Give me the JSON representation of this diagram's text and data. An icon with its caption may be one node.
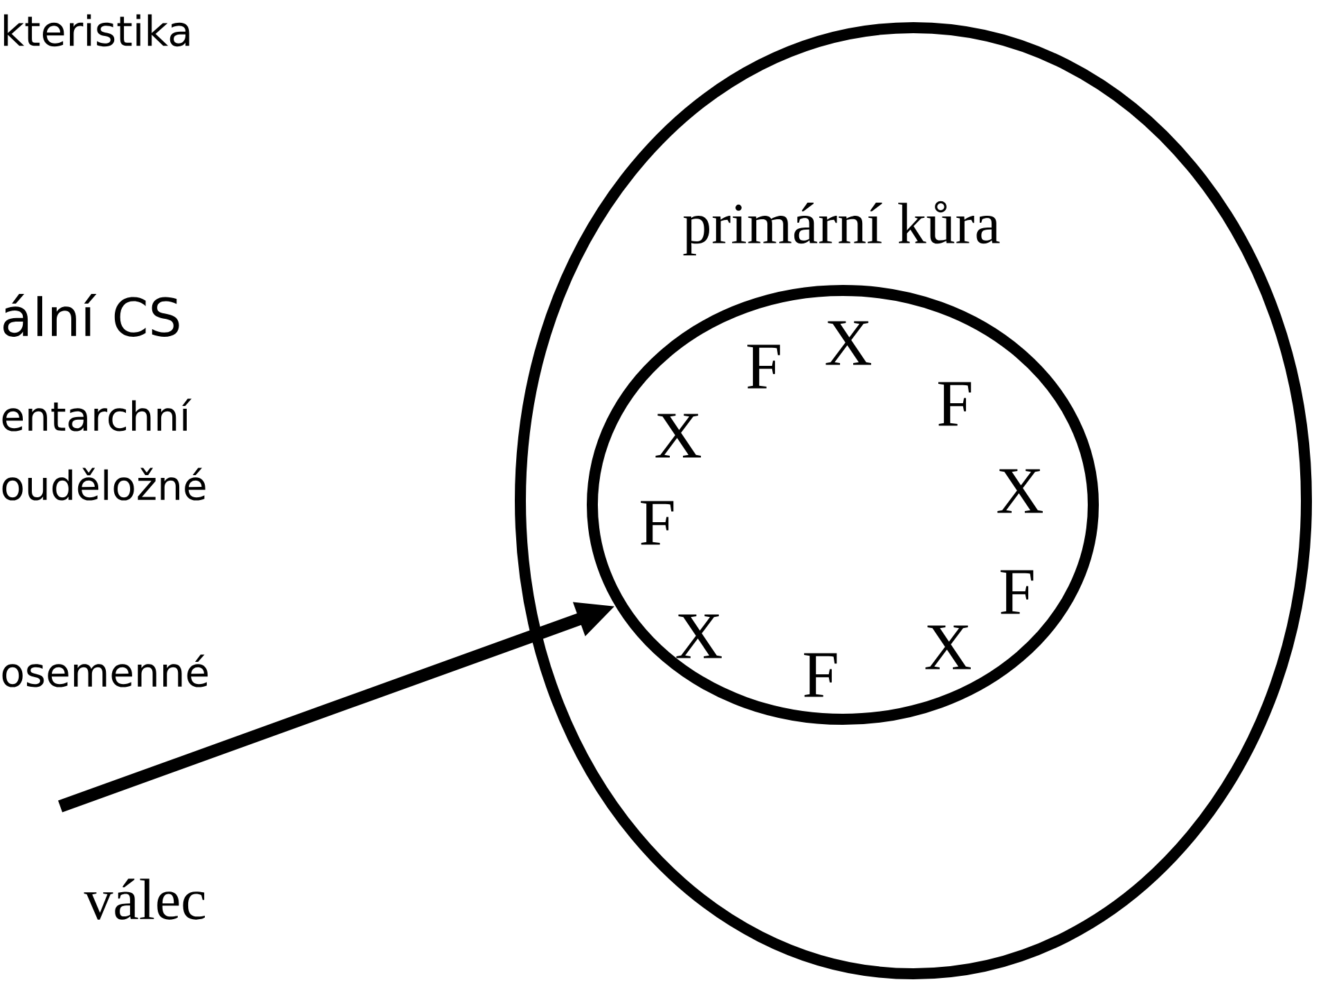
{
  "diagram": {
    "nodes": [
      {
        "text": [
          "primární kůra"
        ]
      },
      {
        "text": [
          "X",
          "F",
          "F",
          "X",
          "X",
          "F",
          "F",
          "X",
          "X",
          "F"
        ],
        "in": 0
      },
      {
        "text": [
          "válec"
        ]
      }
    ],
    "edges": [
      {
        "from": 2,
        "to": 1,
        "arrow": "to"
      }
    ],
    "labels": [
      "kteristika",
      "ální CS",
      "entarchní",
      "ouděložné",
      "osemenné"
    ]
  }
}
